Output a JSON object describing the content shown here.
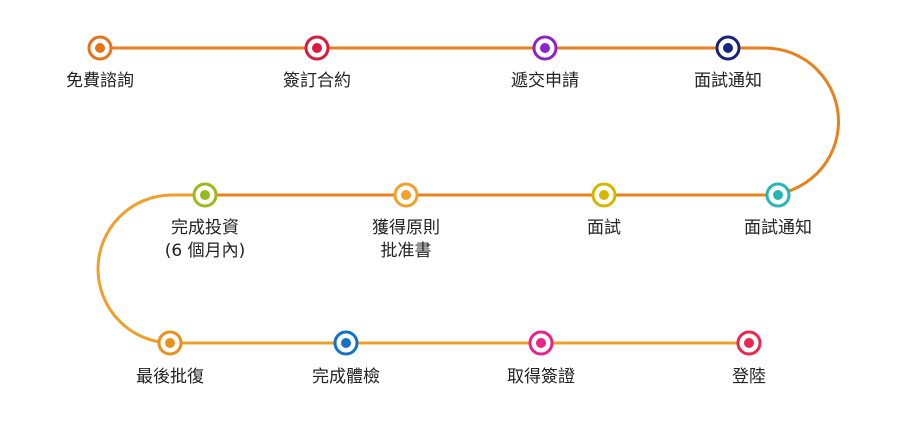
{
  "steps": [
    {
      "lines": [
        "免費諮詢"
      ],
      "color": "#e8711c"
    },
    {
      "lines": [
        "簽訂合約"
      ],
      "color": "#d81b3c"
    },
    {
      "lines": [
        "遞交申請"
      ],
      "color": "#8e24c8"
    },
    {
      "lines": [
        "面試通知"
      ],
      "color": "#1a237e"
    },
    {
      "lines": [
        "面試通知"
      ],
      "color": "#26b5b5"
    },
    {
      "lines": [
        "面試"
      ],
      "color": "#d4b800"
    },
    {
      "lines": [
        "獲得原則",
        "批准書"
      ],
      "color": "#f2a02c"
    },
    {
      "lines": [
        "完成投資",
        "(6 個月內)"
      ],
      "color": "#9ab91a"
    },
    {
      "lines": [
        "最後批復"
      ],
      "color": "#e8911c"
    },
    {
      "lines": [
        "完成體檢"
      ],
      "color": "#1473c2"
    },
    {
      "lines": [
        "取得簽證"
      ],
      "color": "#e6258a"
    },
    {
      "lines": [
        "登陸"
      ],
      "color": "#e8284f"
    }
  ],
  "line_colors": {
    "main": "#e8801c",
    "lower": "#f0a02a"
  }
}
